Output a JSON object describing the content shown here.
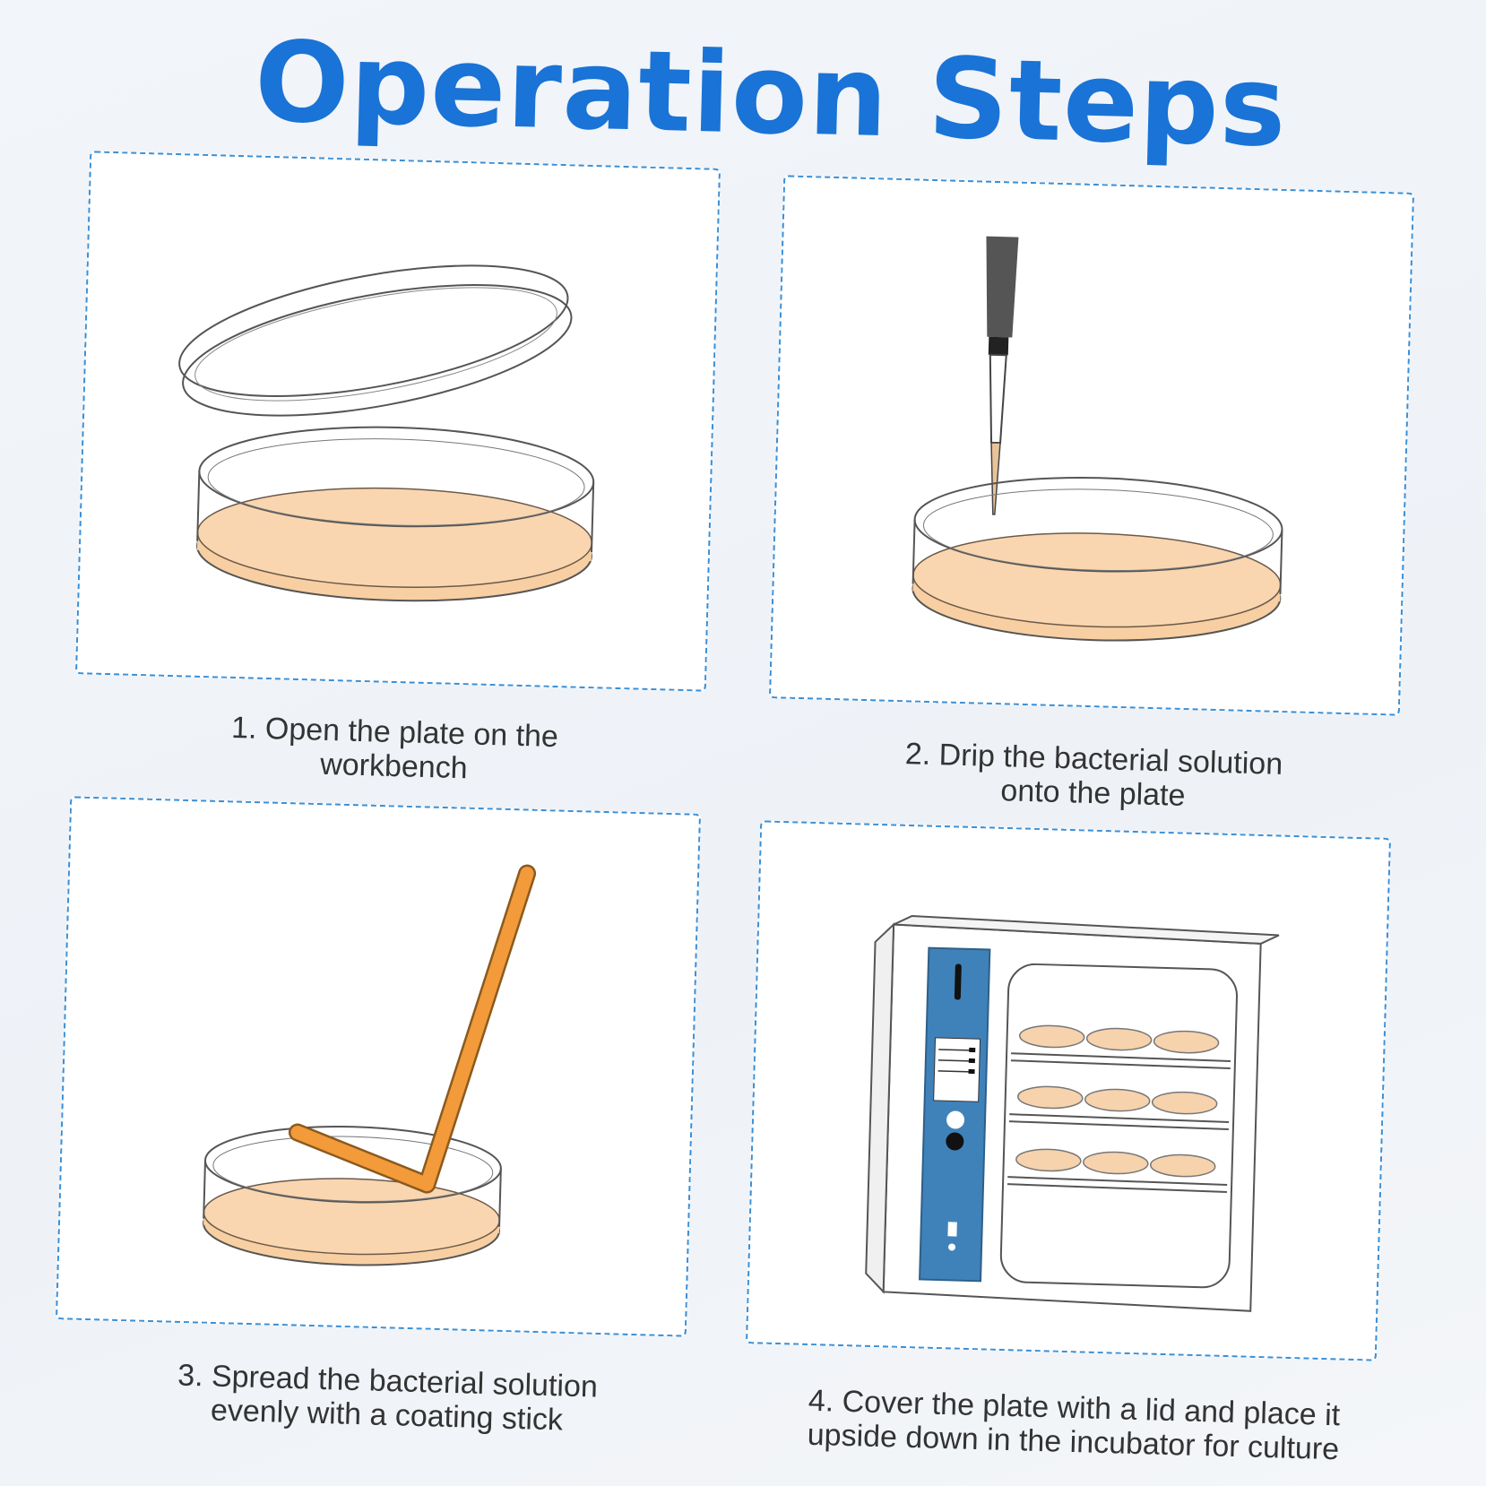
{
  "title": "Operation Steps",
  "steps": [
    {
      "line1": "1. Open the plate on the",
      "line2": "workbench"
    },
    {
      "line1": "2. Drip the bacterial solution",
      "line2": "onto the plate"
    },
    {
      "line1": "3. Spread the bacterial solution",
      "line2": "evenly with a coating stick"
    },
    {
      "line1": "4. Cover the plate with a lid and place it",
      "line2": "upside down in the incubator for culture"
    }
  ],
  "colors": {
    "title": "#1a73d6",
    "panel_border": "#3a8fd6",
    "agar": "#f8cfa2",
    "stick": "#f39a3a",
    "incubator_panel": "#3f82b9"
  },
  "icons": [
    "petri-dish-icon",
    "pipette-icon",
    "coating-stick-icon",
    "incubator-icon"
  ]
}
